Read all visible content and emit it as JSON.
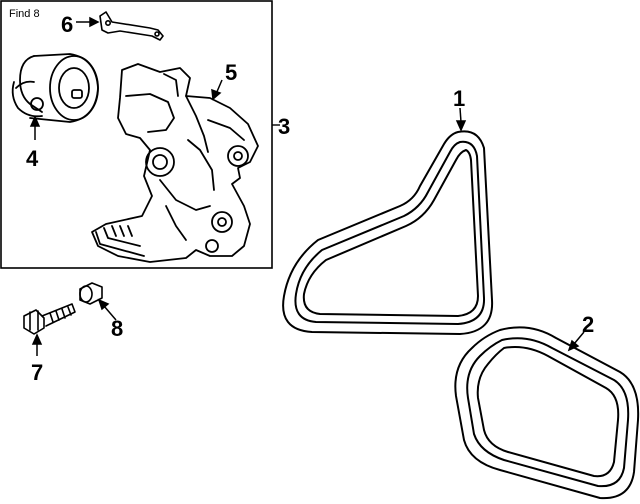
{
  "header": {
    "find_label": "Find 8"
  },
  "callouts": {
    "belt_1": "1",
    "belt_2": "2",
    "bracket_assembly_3": "3",
    "tensioner_4": "4",
    "bracket_5": "5",
    "strap_6": "6",
    "bolt_7": "7",
    "cap_8": "8"
  },
  "colors": {
    "ink": "#000000",
    "background": "#ffffff"
  }
}
